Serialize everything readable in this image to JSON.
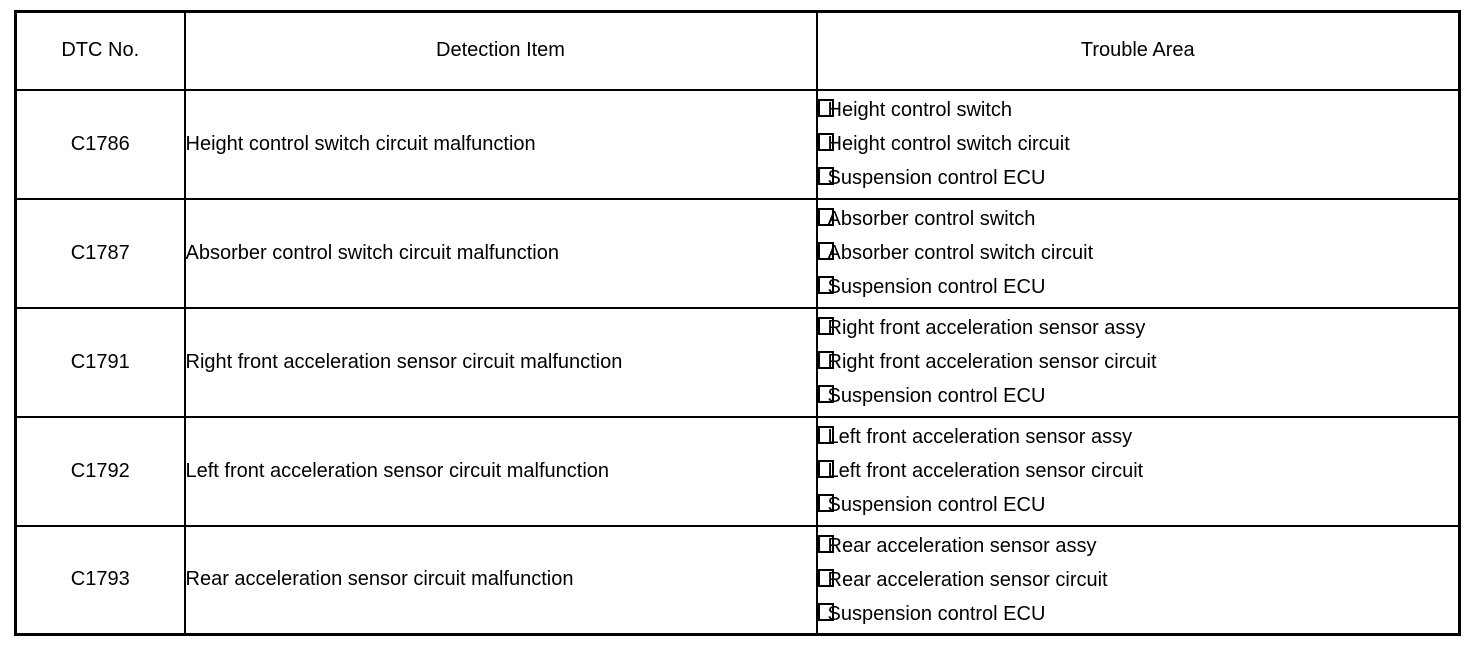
{
  "table": {
    "columns": [
      {
        "label": "DTC No."
      },
      {
        "label": "Detection Item"
      },
      {
        "label": "Trouble Area"
      }
    ],
    "rows": [
      {
        "dtc": "C1786",
        "detection": "Height control switch circuit malfunction",
        "trouble": [
          "Height control switch",
          "Height control switch circuit",
          "Suspension control ECU"
        ]
      },
      {
        "dtc": "C1787",
        "detection": "Absorber control switch circuit malfunction",
        "trouble": [
          "Absorber control switch",
          "Absorber control switch circuit",
          "Suspension control ECU"
        ]
      },
      {
        "dtc": "C1791",
        "detection": "Right front acceleration sensor circuit malfunction",
        "trouble": [
          "Right front acceleration sensor assy",
          "Right front acceleration sensor circuit",
          "Suspension control ECU"
        ]
      },
      {
        "dtc": "C1792",
        "detection": "Left front acceleration sensor circuit malfunction",
        "trouble": [
          "Left front acceleration sensor assy",
          "Left front acceleration sensor circuit",
          "Suspension control ECU"
        ]
      },
      {
        "dtc": "C1793",
        "detection": "Rear acceleration sensor circuit malfunction",
        "trouble": [
          "Rear acceleration sensor assy",
          "Rear acceleration sensor circuit",
          "Suspension control ECU"
        ]
      }
    ],
    "colors": {
      "border": "#000000",
      "text": "#000000",
      "background": "#ffffff"
    },
    "bullet_icon": "hollow-square"
  }
}
